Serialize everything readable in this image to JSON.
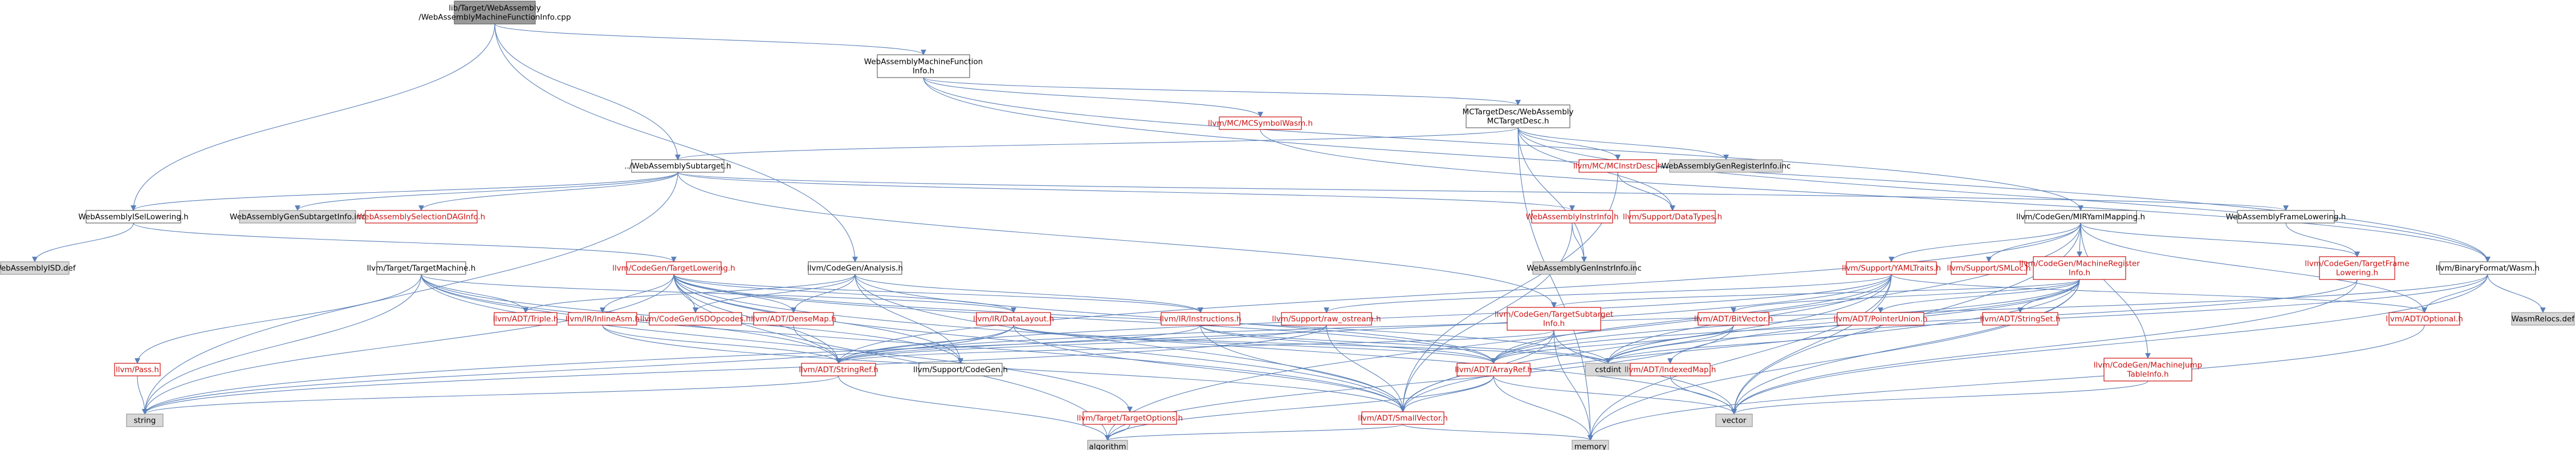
{
  "colors": {
    "edge": "#5a80b8",
    "red_text": "#cc1111",
    "black_text": "#000000",
    "white_box_border": "#666666",
    "gray_box_border": "#999999",
    "gray_box_fill": "#d8d8d8",
    "root_fill": "#999999",
    "root_border": "#666666"
  },
  "nodes": [
    {
      "id": "root",
      "kind": "root",
      "lines": [
        "lib/Target/WebAssembly",
        "/WebAssemblyMachineFunctionInfo.cpp"
      ]
    },
    {
      "id": "wamfi",
      "kind": "plain",
      "lines": [
        "WebAssemblyMachineFunction",
        "Info.h"
      ]
    },
    {
      "id": "mctd",
      "kind": "plain",
      "lines": [
        "MCTargetDesc/WebAssembly",
        "MCTargetDesc.h"
      ]
    },
    {
      "id": "mcsw",
      "kind": "red",
      "lines": [
        "llvm/MC/MCSymbolWasm.h"
      ]
    },
    {
      "id": "subt",
      "kind": "plain",
      "lines": [
        "../WebAssemblySubtarget.h"
      ]
    },
    {
      "id": "mcinstr",
      "kind": "red",
      "lines": [
        "llvm/MC/MCInstrDesc.h"
      ]
    },
    {
      "id": "genreg",
      "kind": "gray",
      "lines": [
        "WebAssemblyGenRegisterInfo.inc"
      ]
    },
    {
      "id": "setlow",
      "kind": "plain",
      "lines": [
        "WebAssemblyISelLowering.h"
      ]
    },
    {
      "id": "gensub",
      "kind": "gray",
      "lines": [
        "WebAssemblyGenSubtargetInfo.inc"
      ]
    },
    {
      "id": "seldag",
      "kind": "red",
      "lines": [
        "WebAssemblySelectionDAGInfo.h"
      ]
    },
    {
      "id": "instrinfo",
      "kind": "red",
      "lines": [
        "WebAssemblyInstrInfo.h"
      ]
    },
    {
      "id": "datatypes",
      "kind": "red",
      "lines": [
        "llvm/Support/DataTypes.h"
      ]
    },
    {
      "id": "mirmap",
      "kind": "plain",
      "lines": [
        "llvm/CodeGen/MIRYamlMapping.h"
      ]
    },
    {
      "id": "framelow",
      "kind": "plain",
      "lines": [
        "WebAssemblyFrameLowering.h"
      ]
    },
    {
      "id": "isddef",
      "kind": "gray",
      "lines": [
        "WebAssemblyISD.def"
      ]
    },
    {
      "id": "tm",
      "kind": "plain",
      "lines": [
        "llvm/Target/TargetMachine.h"
      ]
    },
    {
      "id": "tli",
      "kind": "red",
      "lines": [
        "llvm/CodeGen/TargetLowering.h"
      ]
    },
    {
      "id": "analysis",
      "kind": "plain",
      "lines": [
        "llvm/CodeGen/Analysis.h"
      ]
    },
    {
      "id": "geninstr",
      "kind": "gray",
      "lines": [
        "WebAssemblyGenInstrInfo.inc"
      ]
    },
    {
      "id": "yamltraits",
      "kind": "red",
      "lines": [
        "llvm/Support/YAMLTraits.h"
      ]
    },
    {
      "id": "smloc",
      "kind": "red",
      "lines": [
        "llvm/Support/SMLoc.h"
      ]
    },
    {
      "id": "mreginfo",
      "kind": "red",
      "lines": [
        "llvm/CodeGen/MachineRegister",
        "Info.h"
      ]
    },
    {
      "id": "tflow",
      "kind": "red",
      "lines": [
        "llvm/CodeGen/TargetFrame",
        "Lowering.h"
      ]
    },
    {
      "id": "bfwasm",
      "kind": "plain",
      "lines": [
        "llvm/BinaryFormat/Wasm.h"
      ]
    },
    {
      "id": "triple",
      "kind": "red",
      "lines": [
        "llvm/ADT/Triple.h"
      ]
    },
    {
      "id": "inlineasm",
      "kind": "red",
      "lines": [
        "llvm/IR/InlineAsm.h"
      ]
    },
    {
      "id": "isdop",
      "kind": "red",
      "lines": [
        "llvm/CodeGen/ISDOpcodes.h"
      ]
    },
    {
      "id": "densemap",
      "kind": "red",
      "lines": [
        "llvm/ADT/DenseMap.h"
      ]
    },
    {
      "id": "datalayout",
      "kind": "red",
      "lines": [
        "llvm/IR/DataLayout.h"
      ]
    },
    {
      "id": "instructions",
      "kind": "red",
      "lines": [
        "llvm/IR/Instructions.h"
      ]
    },
    {
      "id": "rawos",
      "kind": "red",
      "lines": [
        "llvm/Support/raw_ostream.h"
      ]
    },
    {
      "id": "tsub",
      "kind": "red",
      "lines": [
        "llvm/CodeGen/TargetSubtarget",
        "Info.h"
      ]
    },
    {
      "id": "bitvec",
      "kind": "red",
      "lines": [
        "llvm/ADT/BitVector.h"
      ]
    },
    {
      "id": "ptrunion",
      "kind": "red",
      "lines": [
        "llvm/ADT/PointerUnion.h"
      ]
    },
    {
      "id": "stringset",
      "kind": "red",
      "lines": [
        "llvm/ADT/StringSet.h"
      ]
    },
    {
      "id": "optional",
      "kind": "red",
      "lines": [
        "llvm/ADT/Optional.h"
      ]
    },
    {
      "id": "wasmrel",
      "kind": "gray",
      "lines": [
        "WasmRelocs.def"
      ]
    },
    {
      "id": "pass",
      "kind": "red",
      "lines": [
        "llvm/Pass.h"
      ]
    },
    {
      "id": "stringref",
      "kind": "red",
      "lines": [
        "llvm/ADT/StringRef.h"
      ]
    },
    {
      "id": "codegen",
      "kind": "plain",
      "lines": [
        "llvm/Support/CodeGen.h"
      ]
    },
    {
      "id": "arrayref",
      "kind": "red",
      "lines": [
        "llvm/ADT/ArrayRef.h"
      ]
    },
    {
      "id": "cstdint",
      "kind": "gray",
      "lines": [
        "cstdint"
      ]
    },
    {
      "id": "indexedmap",
      "kind": "red",
      "lines": [
        "llvm/ADT/IndexedMap.h"
      ]
    },
    {
      "id": "jumptable",
      "kind": "red",
      "lines": [
        "llvm/CodeGen/MachineJump",
        "TableInfo.h"
      ]
    },
    {
      "id": "targetopts",
      "kind": "red",
      "lines": [
        "llvm/Target/TargetOptions.h"
      ]
    },
    {
      "id": "smallvec",
      "kind": "red",
      "lines": [
        "llvm/ADT/SmallVector.h"
      ]
    },
    {
      "id": "string",
      "kind": "gray",
      "lines": [
        "string"
      ]
    },
    {
      "id": "vector",
      "kind": "gray",
      "lines": [
        "vector"
      ]
    },
    {
      "id": "algorithm",
      "kind": "gray",
      "lines": [
        "algorithm"
      ]
    },
    {
      "id": "memory",
      "kind": "gray",
      "lines": [
        "memory"
      ]
    }
  ]
}
